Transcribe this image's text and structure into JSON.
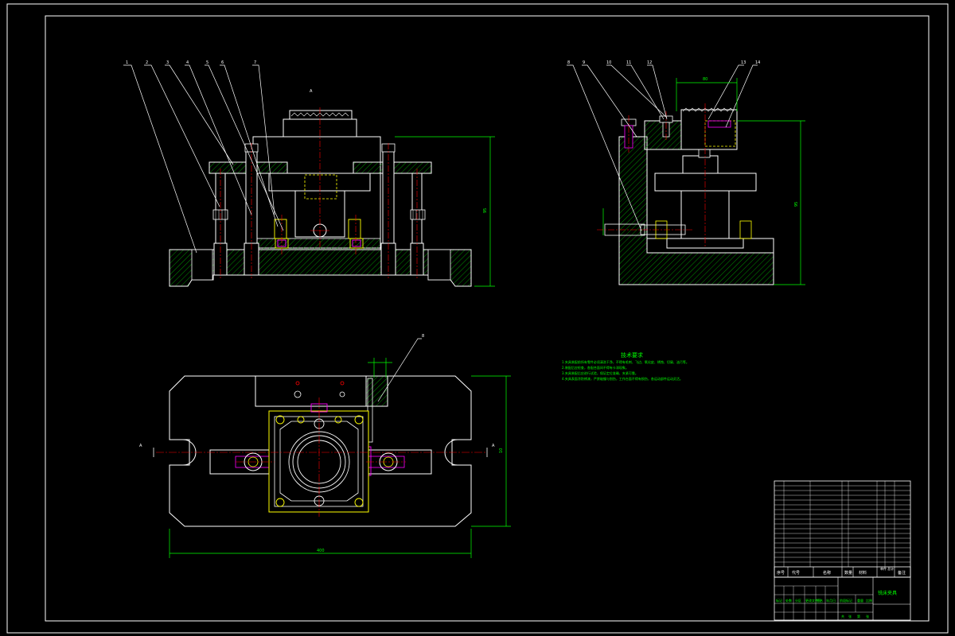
{
  "colors": {
    "background": "#000000",
    "outline": "#ffffff",
    "dimension": "#00ff00",
    "hatch": "#00b000",
    "center": "#ff0000",
    "hidden": "#ffff00",
    "accent": "#ff00ff",
    "cyan": "#00ffff",
    "yellow": "#ffff00"
  },
  "drawing": {
    "front_dim_height": "95",
    "side_dim_width": "80",
    "side_dim_height": "95",
    "plan_dim_width": "400",
    "plan_dim_height": "10",
    "section_a_left": "A",
    "section_a_right": "A",
    "front_top_label": "A",
    "plan_leader_label": "8"
  },
  "leaders": {
    "front": [
      "1",
      "2",
      "3",
      "4",
      "5",
      "6",
      "7"
    ],
    "side": [
      "8",
      "9",
      "10",
      "11",
      "12",
      "13",
      "14"
    ]
  },
  "tech_notes": {
    "title": "技术要求",
    "lines": [
      "1.夹具装配前所有零件必须清洗干净，不得有毛刺、飞边、氧化皮、锈蚀、切屑、油污等。",
      "2.装配后应检查，各配合面间不得有卡滞现象。",
      "3.夹具装配后应进行试验，保证定位准确、夹紧可靠。",
      "4.夹具表面涂防锈漆，严禁碰撞与划伤，工作台面不得有损伤，各运动部件运动灵活。"
    ]
  },
  "title_block": {
    "drawing_name": "铣床夹具",
    "headers": {
      "no": "序号",
      "code": "代号",
      "name": "名称",
      "qty": "数量",
      "material": "材料",
      "weight": "单件 总计",
      "note": "备注"
    },
    "bottom_labels": [
      "标记",
      "处数",
      "分区",
      "更改文件号",
      "签名",
      "年月日"
    ],
    "stage_labels": [
      "阶段标记",
      "重量",
      "比例"
    ],
    "sheet_labels": [
      "共",
      "张",
      "第",
      "张"
    ]
  }
}
